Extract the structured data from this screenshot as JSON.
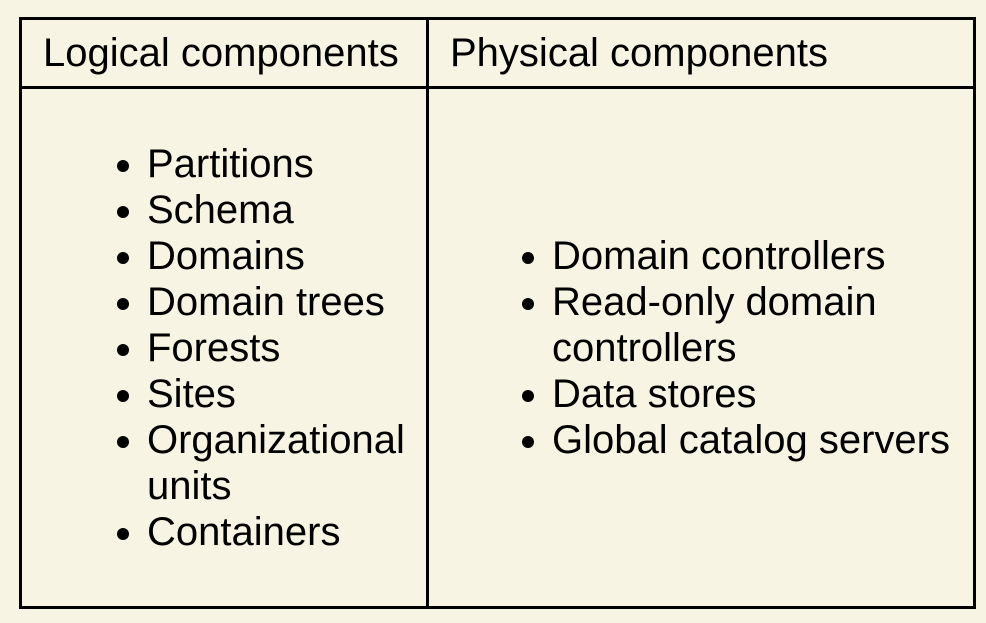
{
  "colors": {
    "background": "#F8F4E3",
    "border": "#000000",
    "text": "#000000"
  },
  "table": {
    "columns": [
      {
        "header": "Logical components",
        "items": [
          "Partitions",
          "Schema",
          "Domains",
          "Domain trees",
          "Forests",
          "Sites",
          "Organizational units",
          "Containers"
        ]
      },
      {
        "header": "Physical components",
        "items": [
          "Domain controllers",
          "Read-only domain controllers",
          "Data stores",
          "Global catalog servers"
        ]
      }
    ]
  }
}
